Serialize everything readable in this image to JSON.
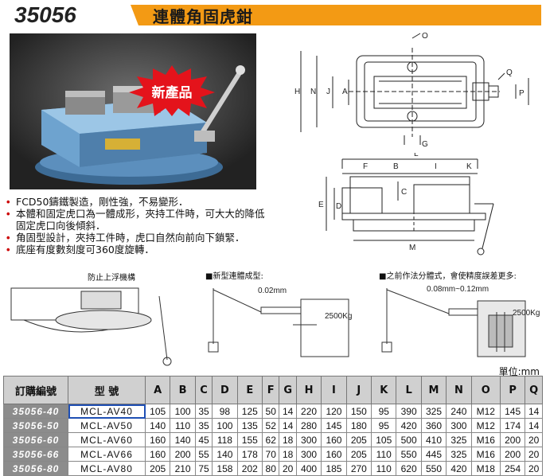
{
  "header": {
    "code": "35056",
    "title": "連體角固虎鉗"
  },
  "badge": "新產品",
  "features": [
    "FCD50鑄鐵製造，剛性強，不易變形．",
    "本體和固定虎口為一體成形，夾持工件時，可大大的降低固定虎口向後傾斜．",
    "角固型設計，夾持工件時，虎口自然向前向下鎖緊．",
    "底座有度數刻度可360度旋轉．"
  ],
  "dims_top": {
    "O": "O",
    "H": "H",
    "N": "N",
    "J": "J",
    "A": "A",
    "Q": "Q",
    "P": "P",
    "G": "G"
  },
  "dims_side": {
    "F": "F",
    "B": "B",
    "I": "I",
    "K": "K",
    "L": "L",
    "C": "C",
    "D": "D",
    "E": "E",
    "M": "M"
  },
  "captions": {
    "anti_lift": "防止上浮機構",
    "new_type": "新型連體成型:",
    "old_type": "之前作法分體式，會使精度誤差更多:",
    "gap_new": "0.02mm",
    "gap_old": "0.08mm~0.12mm",
    "force_new": "2500Kg",
    "force_old": "2500Kg"
  },
  "unit": "單位:mm",
  "table": {
    "headers": [
      "訂購編號",
      "型 號",
      "A",
      "B",
      "C",
      "D",
      "E",
      "F",
      "G",
      "H",
      "I",
      "J",
      "K",
      "L",
      "M",
      "N",
      "O",
      "P",
      "Q"
    ],
    "rows": [
      [
        "35056-40",
        "MCL-AV40",
        "105",
        "100",
        "35",
        "98",
        "125",
        "50",
        "14",
        "220",
        "120",
        "150",
        "95",
        "390",
        "325",
        "240",
        "M12",
        "145",
        "14"
      ],
      [
        "35056-50",
        "MCL-AV50",
        "140",
        "110",
        "35",
        "100",
        "135",
        "52",
        "14",
        "280",
        "145",
        "180",
        "95",
        "420",
        "360",
        "300",
        "M12",
        "174",
        "14"
      ],
      [
        "35056-60",
        "MCL-AV60",
        "160",
        "140",
        "45",
        "118",
        "155",
        "62",
        "18",
        "300",
        "160",
        "205",
        "105",
        "500",
        "410",
        "325",
        "M16",
        "200",
        "20"
      ],
      [
        "35056-66",
        "MCL-AV66",
        "160",
        "200",
        "55",
        "140",
        "178",
        "70",
        "18",
        "300",
        "160",
        "205",
        "110",
        "550",
        "445",
        "325",
        "M16",
        "200",
        "20"
      ],
      [
        "35056-80",
        "MCL-AV80",
        "205",
        "210",
        "75",
        "158",
        "202",
        "80",
        "20",
        "400",
        "185",
        "270",
        "110",
        "620",
        "550",
        "420",
        "M18",
        "254",
        "20"
      ]
    ]
  }
}
